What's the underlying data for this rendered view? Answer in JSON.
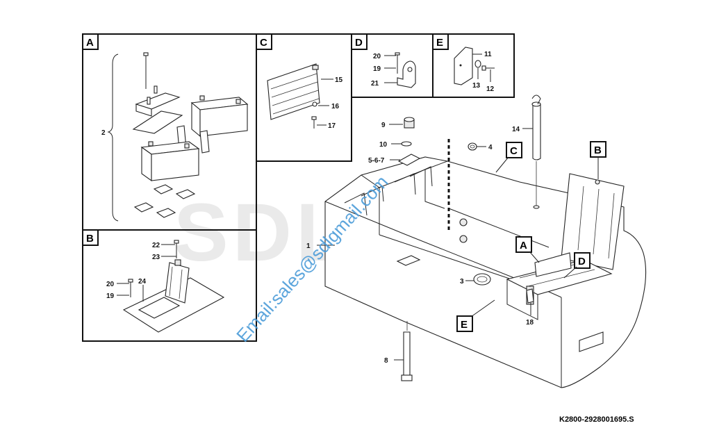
{
  "drawing_code": "K2800-2928001695.S",
  "watermark_logo": "SDLG",
  "watermark_email": "Email:sales@sdlgmail.com",
  "colors": {
    "line": "#222222",
    "watermark_logo": "#d9d9d9",
    "watermark_email": "#4a9bd8"
  },
  "detail_boxes": [
    {
      "letter": "A"
    },
    {
      "letter": "B"
    },
    {
      "letter": "C"
    },
    {
      "letter": "D"
    },
    {
      "letter": "E"
    }
  ],
  "callouts_main": {
    "A": "A",
    "B": "B",
    "C": "C",
    "D": "D",
    "E": "E"
  },
  "labels": {
    "p1": "1",
    "p2": "2",
    "p3": "3",
    "p4": "4",
    "p567": "5-6-7",
    "p8": "8",
    "p9": "9",
    "p10": "10",
    "p11": "11",
    "p12": "12",
    "p13": "13",
    "p14": "14",
    "p15": "15",
    "p16": "16",
    "p17": "17",
    "p18": "18",
    "p19b": "19",
    "p20b": "20",
    "p22": "22",
    "p23": "23",
    "p24": "24",
    "p19d": "19",
    "p20d": "20",
    "p21": "21"
  }
}
